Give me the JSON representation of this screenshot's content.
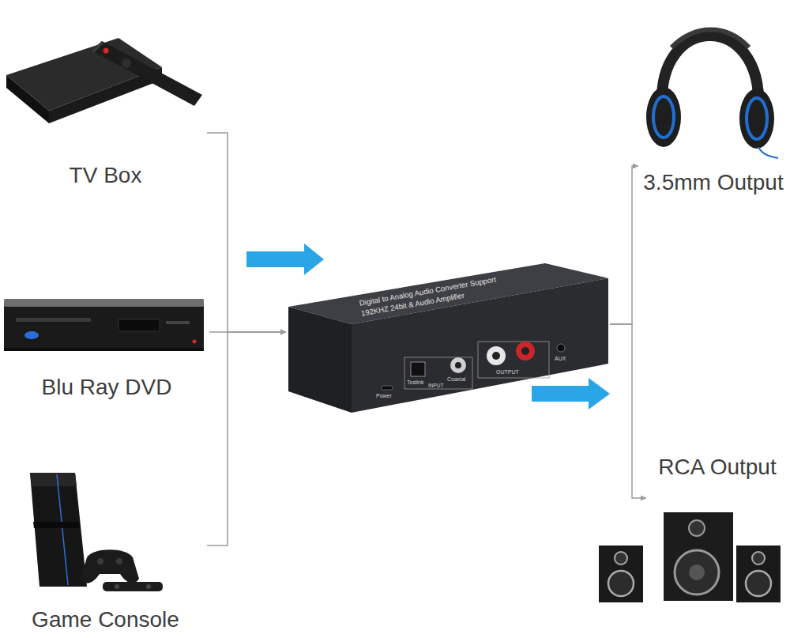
{
  "diagram": {
    "nodes": [
      {
        "text": [
          "TV Box"
        ]
      },
      {
        "text": [
          "Blu Ray DVD"
        ]
      },
      {
        "text": [
          "Game Console"
        ]
      },
      {
        "text": [
          "Digital to Analog Audio Converter Support 192KHZ 24bit & Audio Amplifier"
        ]
      },
      {
        "text": [
          "3.5mm Output"
        ]
      },
      {
        "text": [
          "RCA Output"
        ]
      }
    ],
    "edges": [
      {
        "from": 0,
        "to": 3,
        "arrow": "to"
      },
      {
        "from": 1,
        "to": 3,
        "arrow": "to"
      },
      {
        "from": 2,
        "to": 3,
        "arrow": "to"
      },
      {
        "from": 3,
        "to": 4,
        "arrow": "to"
      },
      {
        "from": 3,
        "to": 5,
        "arrow": "to"
      }
    ],
    "labels": [
      "Power",
      "Toslink",
      "Coaxial",
      "INPUT",
      "OUTPUT",
      "AUX"
    ]
  }
}
